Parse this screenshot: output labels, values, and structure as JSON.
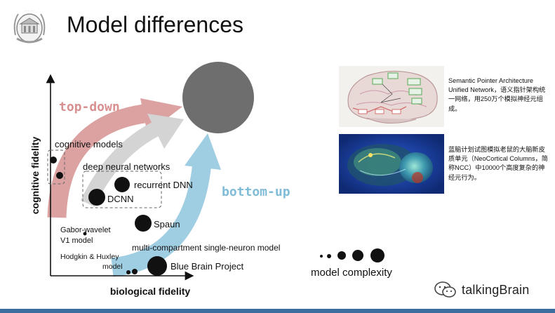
{
  "slide": {
    "title": "Model differences"
  },
  "diagram": {
    "y_axis_label": "cognitive fidelity",
    "x_axis_label": "biological fidelity",
    "arrow_top_down": "top-down",
    "arrow_bottom_up": "bottom-up",
    "labels": {
      "cognitive_models": "cognitive models",
      "deep_neural_networks": "deep neural networks",
      "recurrent_dnn": "recurrent DNN",
      "dcnn": "DCNN",
      "spaun": "Spaun",
      "gabor_line1": "Gabor-wavelet",
      "gabor_line2": "V1 model",
      "multi_compartment": "multi-compartment single-neuron model",
      "hh_line1": "Hodgkin & Huxley",
      "hh_line2": "model",
      "blue_brain": "Blue Brain Project"
    },
    "model_complexity_label": "model complexity",
    "colors": {
      "top_down": "#dca2a2",
      "bottom_up": "#9fcde2",
      "middle_arrow": "#d4d4d4",
      "target_circle": "#6e6e6e"
    }
  },
  "side": {
    "spaun_text": "Semantic Pointer Architecture Unified Network，语义指针架构统一网络，用250万个模拟神经元组成。",
    "bluebrain_text": "蓝脑计划试图模拟老鼠的大脑新皮质单元（NeoCortical Columns，简称NCC）中10000个高度复杂的神经元行为。"
  },
  "watermark": {
    "text": "talkingBrain",
    "icon": "wechat-icon"
  },
  "logo": {
    "icon": "university-crest-icon"
  }
}
